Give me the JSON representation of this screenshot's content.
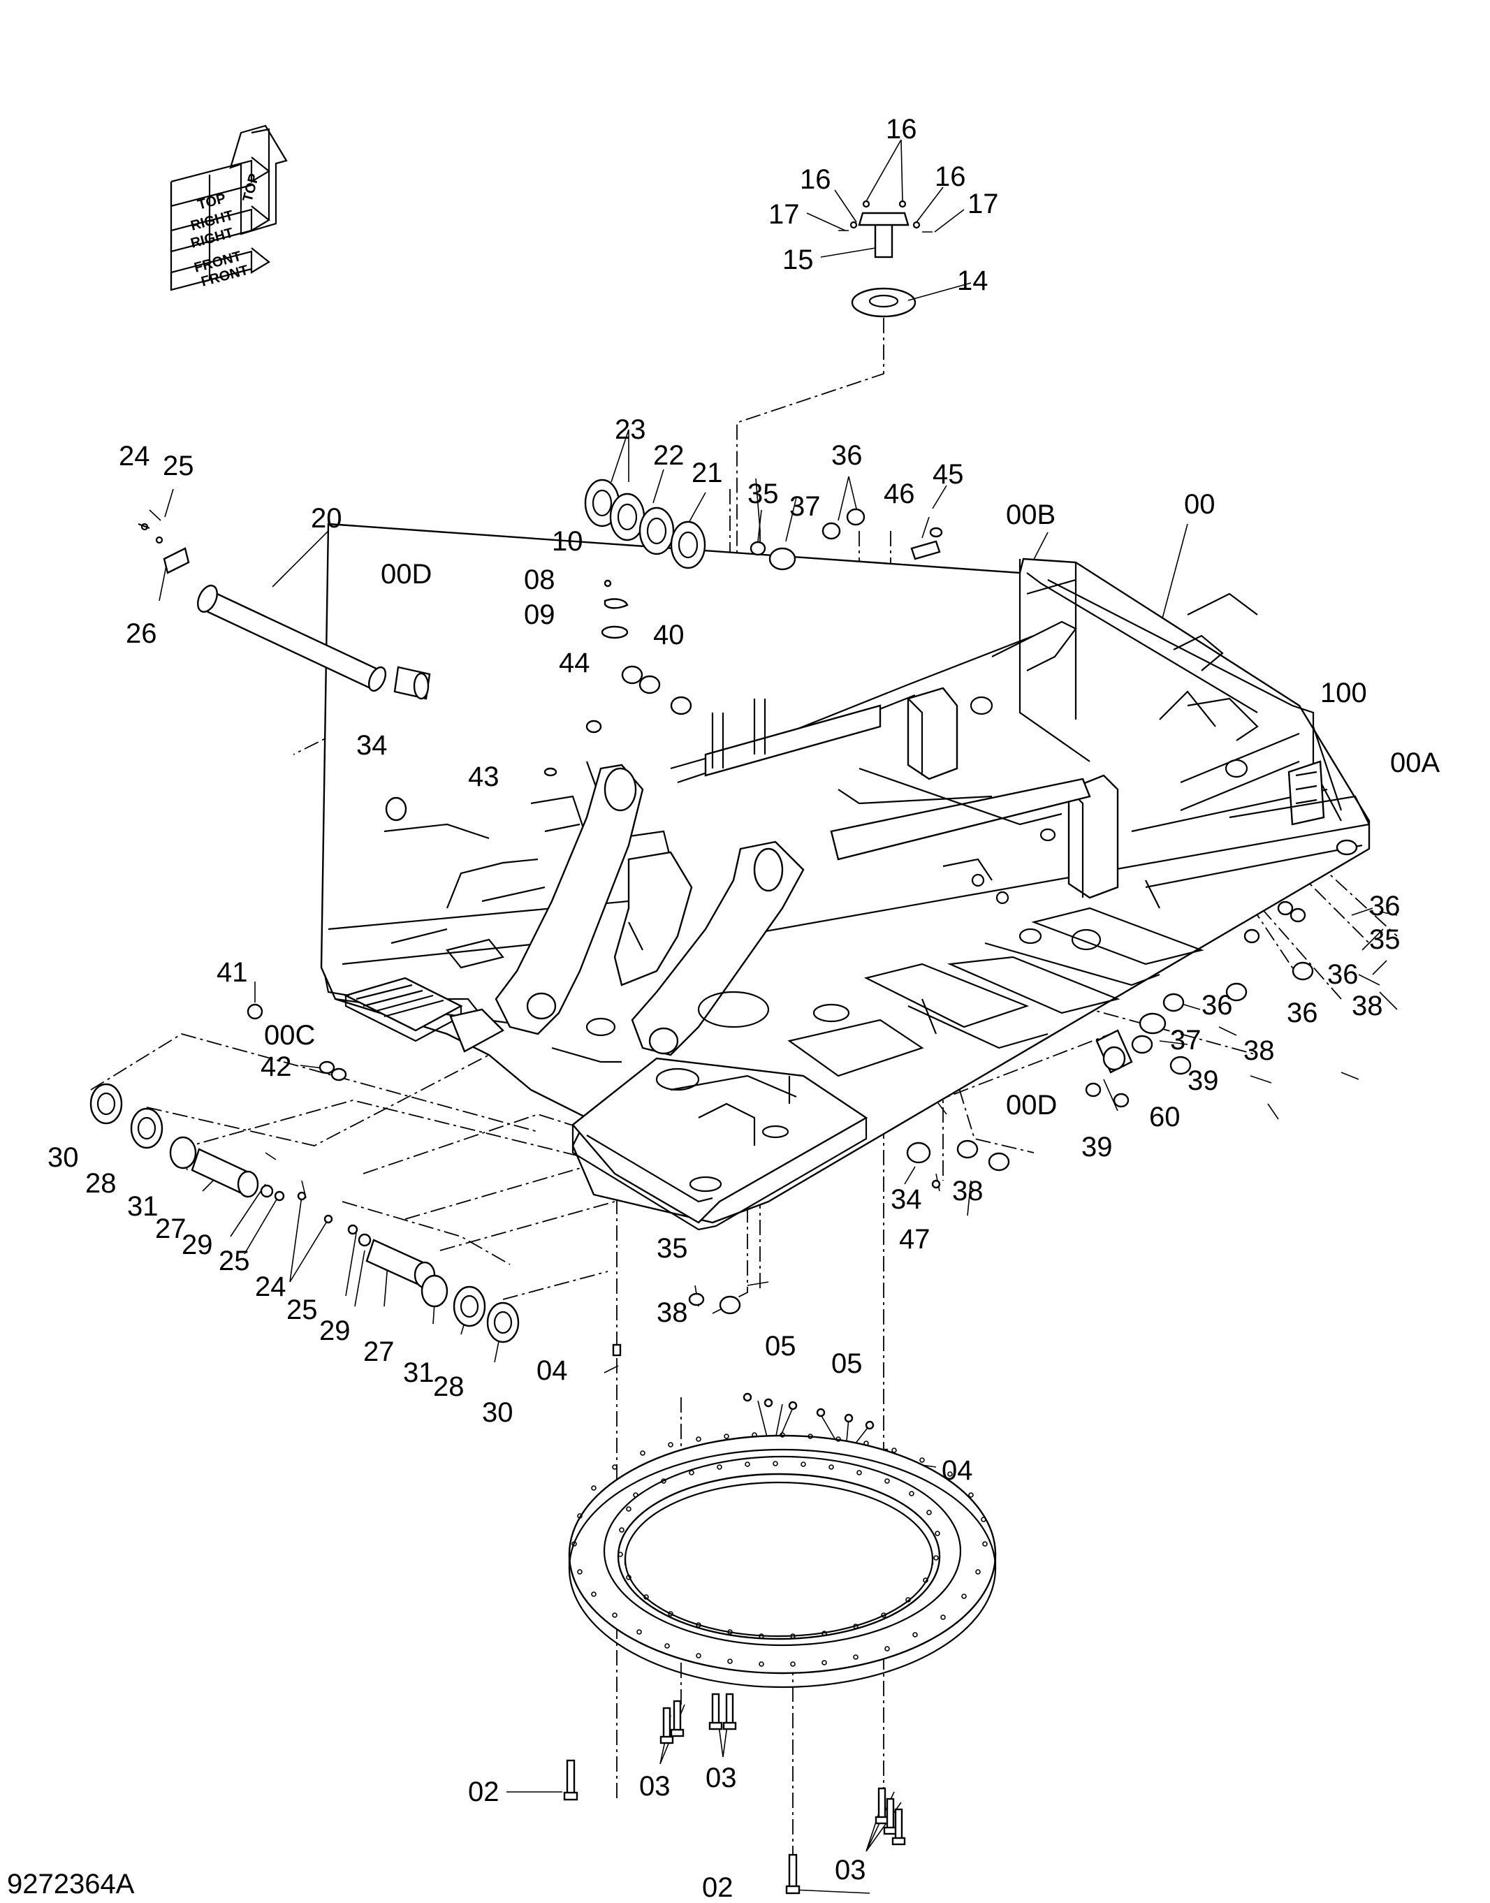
{
  "drawing_number": "9272364A",
  "direction_indicator": {
    "top": "TOP",
    "right": "RIGHT",
    "front": "FRONT",
    "top_mirrored": "TOP",
    "right_mirrored": "RIGHT",
    "front_mirrored": "FRONT"
  },
  "part_labels": {
    "l00": "00",
    "l00A": "00A",
    "l00B": "00B",
    "l00C": "00C",
    "l00D_top": "00D",
    "l00D_right": "00D",
    "l02_left": "02",
    "l02_bottom": "02",
    "l03_a": "03",
    "l03_b": "03",
    "l03_c": "03",
    "l04_left": "04",
    "l04_right": "04",
    "l05_a": "05",
    "l05_b": "05",
    "l08": "08",
    "l09": "09",
    "l10": "10",
    "l14": "14",
    "l15": "15",
    "l16_top": "16",
    "l16_left": "16",
    "l16_right": "16",
    "l17_left": "17",
    "l17_right": "17",
    "l20": "20",
    "l21": "21",
    "l22": "22",
    "l23": "23",
    "l24_top": "24",
    "l24_mid": "24",
    "l25_top": "25",
    "l25_a": "25",
    "l25_b": "25",
    "l26": "26",
    "l27_a": "27",
    "l27_b": "27",
    "l28_a": "28",
    "l28_b": "28",
    "l29_a": "29",
    "l29_b": "29",
    "l30_a": "30",
    "l30_b": "30",
    "l31_a": "31",
    "l31_b": "31",
    "l34_left": "34",
    "l34_bottom": "34",
    "l35_top": "35",
    "l35_right": "35",
    "l35_bottom": "35",
    "l36_top": "36",
    "l36_r1": "36",
    "l36_r2": "36",
    "l36_r3": "36",
    "l36_r4": "36",
    "l37_top": "37",
    "l37_right": "37",
    "l38_r1": "38",
    "l38_r2": "38",
    "l38_r3": "38",
    "l38_bottom": "38",
    "l39_a": "39",
    "l39_b": "39",
    "l40": "40",
    "l41": "41",
    "l42": "42",
    "l43": "43",
    "l44": "44",
    "l45": "45",
    "l46": "46",
    "l47": "47",
    "l60": "60",
    "l100": "100"
  }
}
